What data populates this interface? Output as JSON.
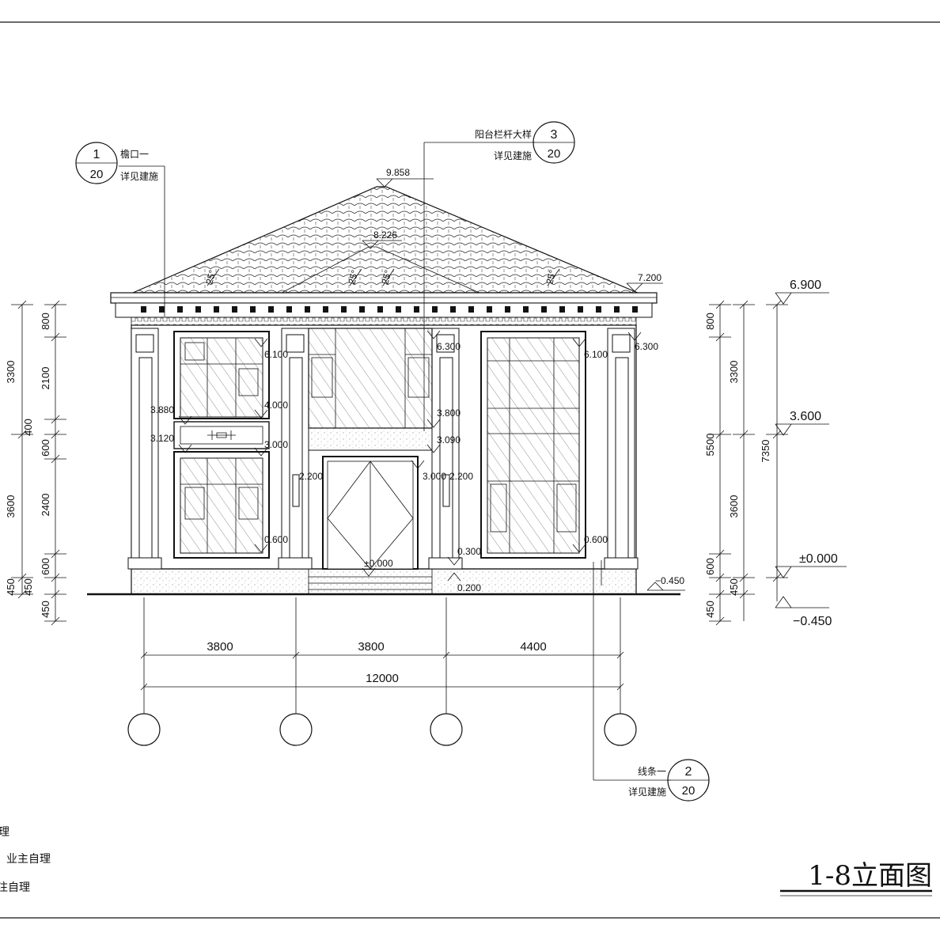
{
  "title": "1-8立面图",
  "notes": [
    "理",
    "业主自理",
    "注自理"
  ],
  "callouts": [
    {
      "num": "1",
      "sheet": "20",
      "line1": "檐口一",
      "line2": "详见建施"
    },
    {
      "num": "3",
      "sheet": "20",
      "line1": "阳台栏杆大样",
      "line2": "详见建施"
    },
    {
      "num": "2",
      "sheet": "20",
      "line1": "线条一",
      "line2": "详见建施"
    }
  ],
  "roof": {
    "ridge_elev": "9.858",
    "sub_ridge_elev": "8.226",
    "eave_elev": "7.200",
    "slope": "25°"
  },
  "right_levels": {
    "top": "6.900",
    "second": "3.600",
    "ground": "±0.000",
    "below": "−0.450"
  },
  "left_dims": {
    "outer": [
      "3300",
      "3600",
      "450",
      "450"
    ],
    "inner": [
      "800",
      "2100",
      "400",
      "600",
      "2400",
      "600",
      "450"
    ]
  },
  "right_dims": {
    "inner": [
      "800",
      "3300",
      "5500",
      "3600",
      "600",
      "450",
      "450"
    ],
    "total": "7350"
  },
  "elevations": {
    "left_window_top": "6.100",
    "left_mid_top": "4.000",
    "left_band_top": "3.880",
    "left_band_bot": "3.120",
    "left_low_top": "3.000",
    "left_sill": "0.600",
    "center_top": "6.300",
    "center_band_top": "3.800",
    "center_band_bot": "3.090",
    "door_head": "3.000",
    "lamp_left": "2.200",
    "lamp_right": "2.200",
    "door_floor": "±0.000",
    "step_top": "0.300",
    "step_bot": "0.200",
    "right_top": "6.300",
    "right_window_top": "6.100",
    "right_sill": "0.600",
    "grade": "−0.450"
  },
  "plan_dims": {
    "bays": [
      "3800",
      "3800",
      "4400"
    ],
    "total": "12000"
  }
}
